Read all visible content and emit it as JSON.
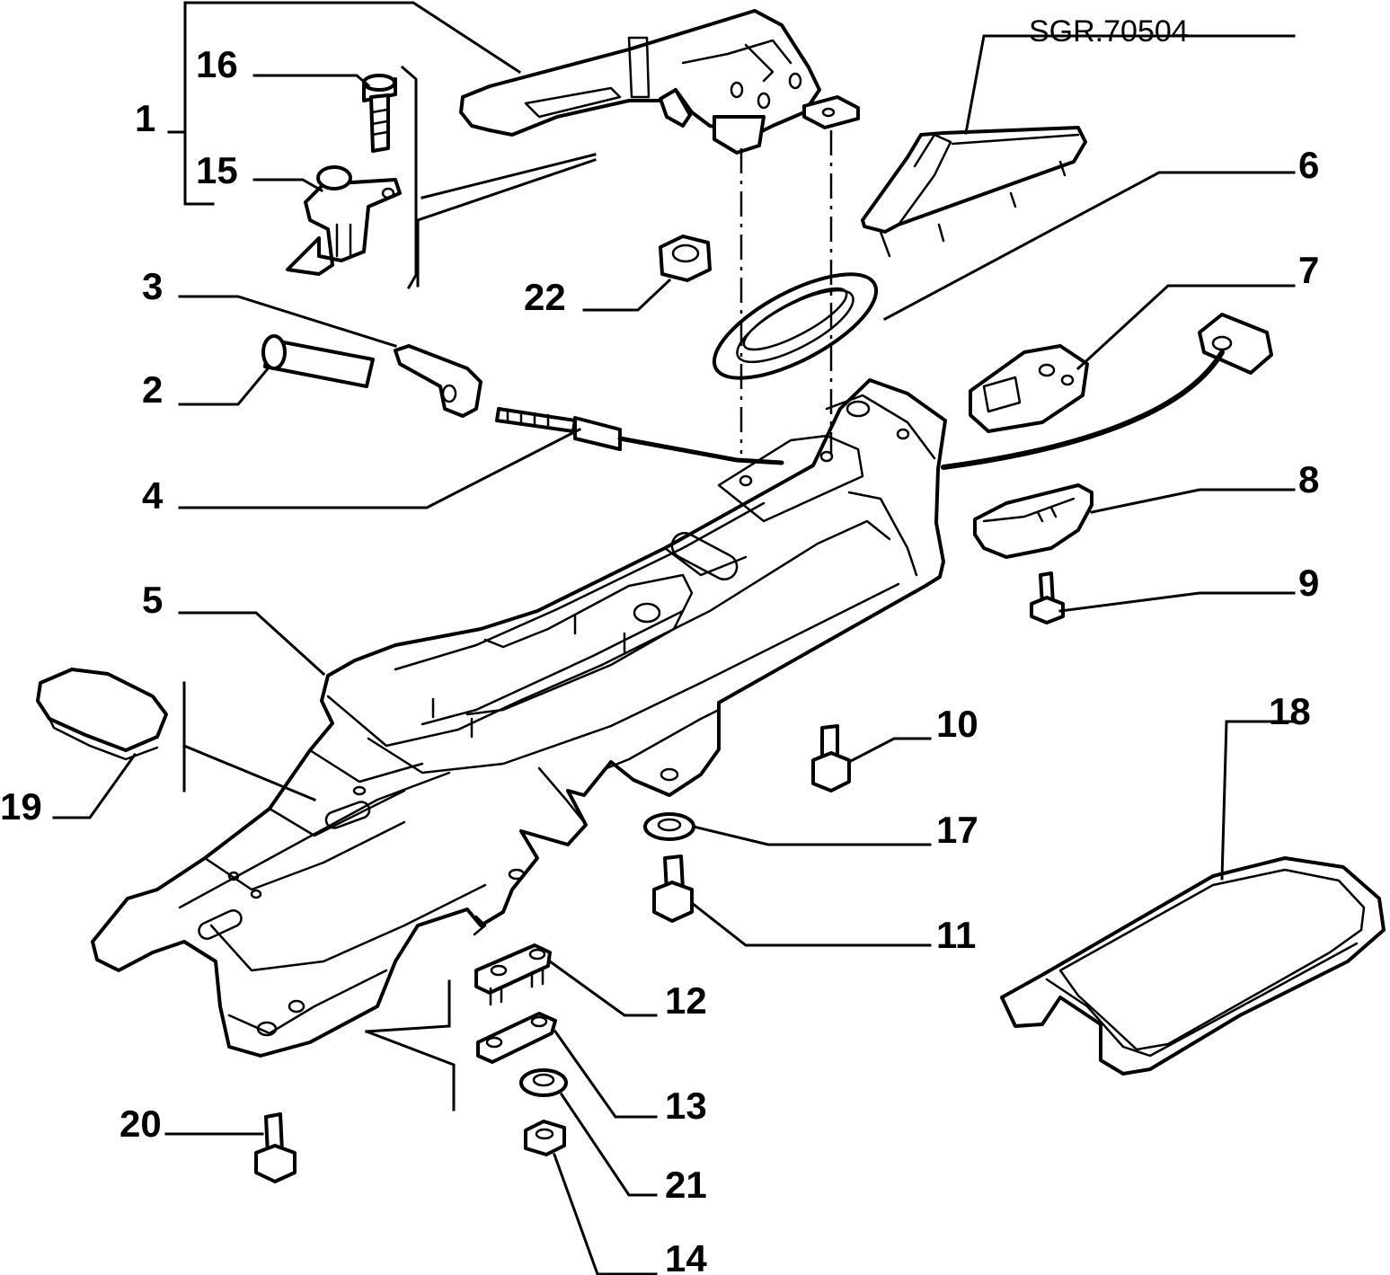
{
  "drawing_code": "SGR.70504",
  "callouts": [
    "1",
    "2",
    "3",
    "4",
    "5",
    "6",
    "7",
    "8",
    "9",
    "10",
    "11",
    "12",
    "13",
    "14",
    "15",
    "16",
    "17",
    "18",
    "19",
    "20",
    "21",
    "22"
  ]
}
